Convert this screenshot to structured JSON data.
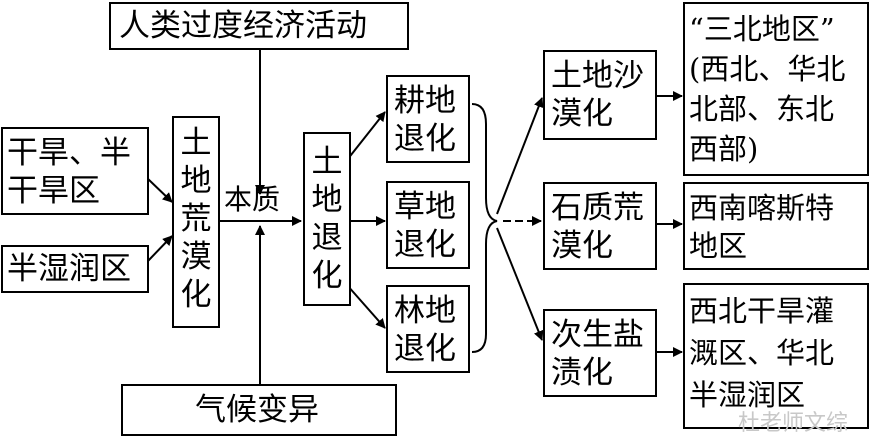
{
  "nodes": {
    "human_activity": "人类过度经济活动",
    "arid": "干旱、半\n干旱区",
    "semi_humid": "半湿润区",
    "land_desertification": "土地荒漠化",
    "essence": "本质",
    "land_degradation": "土地退化",
    "climate": "气候变异",
    "farmland": "耕地\n退化",
    "grassland": "草地\n退化",
    "forest": "林地\n退化",
    "sandy": "土地沙\n漠化",
    "rocky": "石质荒\n漠化",
    "saline": "次生盐\n渍化",
    "three_north": "“三北地区”\n(西北、华北\n北部、东北\n西部)",
    "southwest": "西南喀斯特\n地区",
    "northwest": "西北干旱灌\n溉区、华北\n半湿润区"
  },
  "watermark": "杜老师文综"
}
